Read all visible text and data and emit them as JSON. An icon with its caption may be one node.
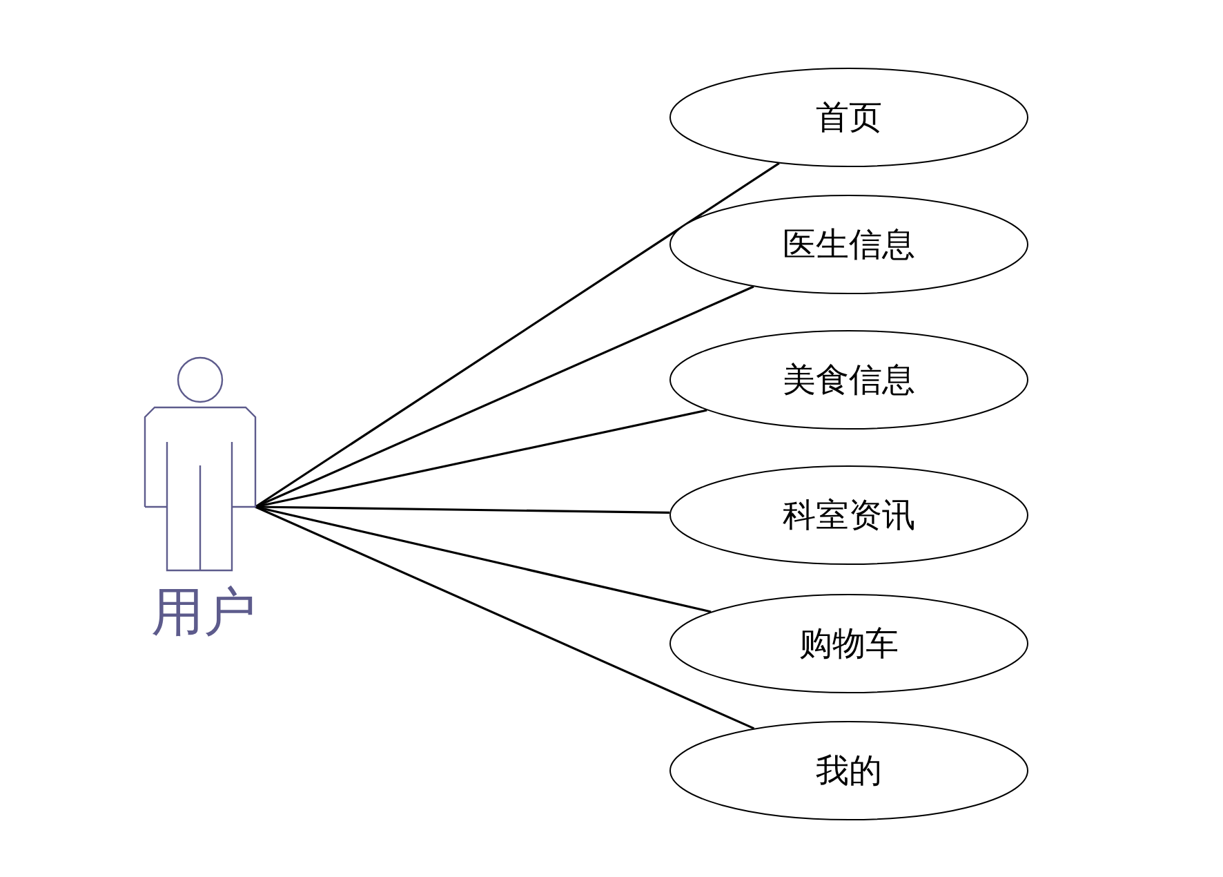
{
  "diagram": {
    "nodes": [
      {
        "text": [
          "用户"
        ]
      },
      {
        "text": [
          "首页"
        ]
      },
      {
        "text": [
          "医生信息"
        ]
      },
      {
        "text": [
          "美食信息"
        ]
      },
      {
        "text": [
          "科室资讯"
        ]
      },
      {
        "text": [
          "购物车"
        ]
      },
      {
        "text": [
          "我的"
        ]
      }
    ],
    "edges": [
      {
        "from": 0,
        "to": 1,
        "arrow": "none"
      },
      {
        "from": 0,
        "to": 2,
        "arrow": "none"
      },
      {
        "from": 0,
        "to": 3,
        "arrow": "none"
      },
      {
        "from": 0,
        "to": 4,
        "arrow": "none"
      },
      {
        "from": 0,
        "to": 5,
        "arrow": "none"
      },
      {
        "from": 0,
        "to": 6,
        "arrow": "none"
      }
    ]
  }
}
